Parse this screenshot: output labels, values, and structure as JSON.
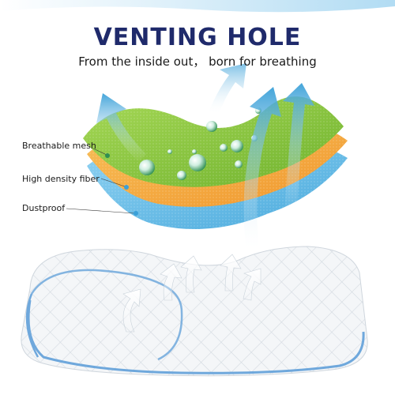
{
  "title": "VENTING HOLE",
  "subtitle": "From the inside out， born for breathing",
  "layers": [
    {
      "label": "Breathable mesh"
    },
    {
      "label": "High density fiber"
    },
    {
      "label": "Dustproof"
    }
  ],
  "colors": {
    "title": "#1f2a6b",
    "mesh": "#8bc53f",
    "fiber": "#f5a93a",
    "dustproof": "#5ab6e2",
    "arrow": "#3aa0d8",
    "piping": "#6fa8dc",
    "pillow": "#f4f6f8"
  },
  "icons": [
    "airflow-arrow-icon",
    "water-droplet-icon",
    "leader-dot-icon"
  ]
}
